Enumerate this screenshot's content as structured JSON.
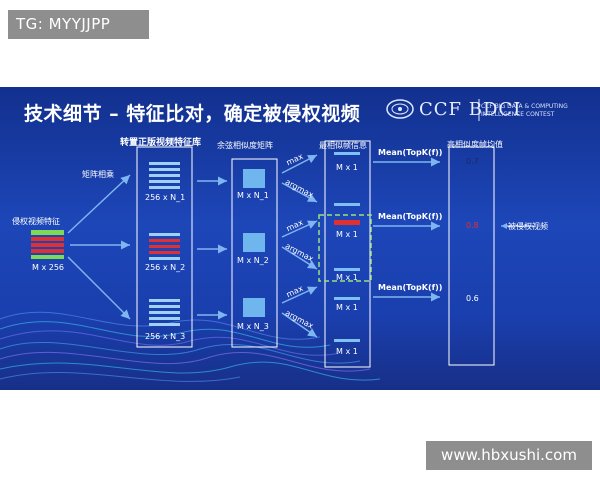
{
  "watermark_top": "TG: MYYJJPP",
  "watermark_bottom": "www.hbxushi.com",
  "slide": {
    "title": "技术细节 – 特征比对，确定被侵权视频",
    "logo_text": "CCF BDCI",
    "contest_line1": "CCF BIG DATA & COMPUTING",
    "contest_line2": "INTELLIGENCE CONTEST",
    "input_label": "侵权视频特征",
    "input_dim": "M x 256",
    "matmul_label": "矩阵相乘",
    "library_label": "转置正版视频特征库",
    "library_dims": [
      "256 x N_1",
      "256 x N_2",
      "256 x N_3"
    ],
    "similarity_label": "余弦相似度矩阵",
    "similarity_dims": [
      "M x N_1",
      "M x N_2",
      "M x N_3"
    ],
    "op_max": "max",
    "op_argmax": "argmax",
    "max_sim_label": "最相似帧信息",
    "frame_dim": "M x 1",
    "mean_label": "Mean(TopK(f))",
    "avg_label": "高相似度帧均值",
    "scores": [
      "0.7",
      "0.8",
      "0.6"
    ],
    "result_label": "被侵权视频",
    "colors": {
      "highlight": "#e03030",
      "frame_bar": "#7fc0f2",
      "sim_square": "#6fb6ef",
      "input_green": "#7ed957",
      "dashed_box": "#9be27a"
    }
  }
}
